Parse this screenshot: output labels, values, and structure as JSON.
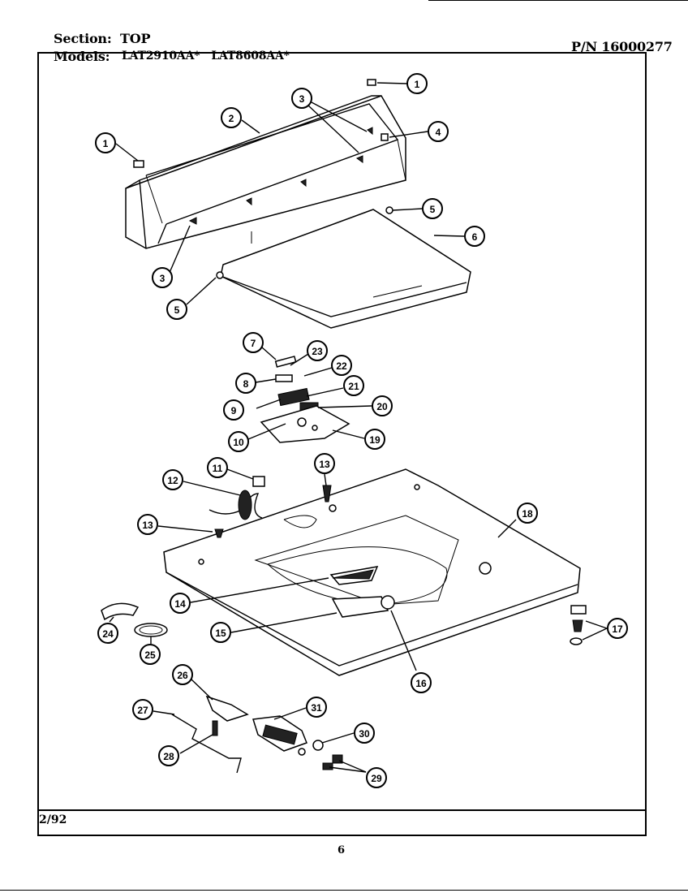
{
  "header": {
    "section_label": "Section:",
    "section_value": "TOP",
    "models_label": "Models:",
    "models_value": "LAT2910AA*   LAT8608AA*",
    "part_number": "P/N 16000277"
  },
  "footer": {
    "date": "2/92",
    "page_number": "6"
  },
  "callouts": [
    "1",
    "2",
    "3",
    "4",
    "5",
    "6",
    "7",
    "8",
    "9",
    "10",
    "11",
    "12",
    "13",
    "14",
    "15",
    "16",
    "17",
    "18",
    "19",
    "20",
    "21",
    "22",
    "23",
    "24",
    "25",
    "26",
    "27",
    "28",
    "29",
    "30",
    "31"
  ]
}
